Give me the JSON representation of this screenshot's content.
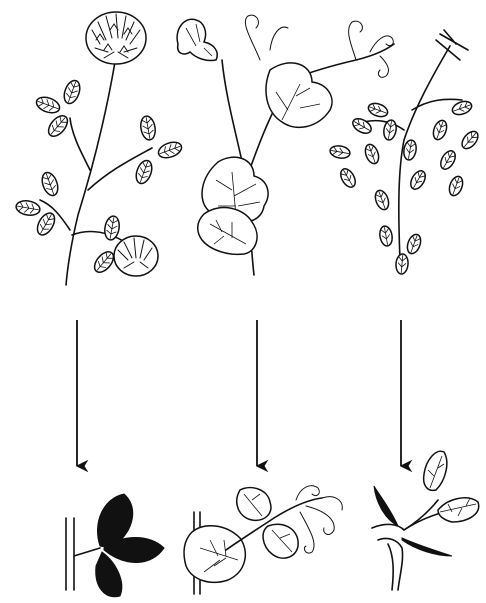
{
  "figure": {
    "plants": [
      {
        "id": "clover",
        "icon": "clover-plant-icon"
      },
      {
        "id": "pea",
        "icon": "pea-plant-icon"
      },
      {
        "id": "vetch",
        "icon": "vetch-plant-icon"
      }
    ],
    "arrows": 3,
    "details": [
      {
        "id": "clover-leaf-detail",
        "icon": "trifoliate-leaf-icon"
      },
      {
        "id": "pea-leaf-detail",
        "icon": "pea-leaf-with-tendrils-icon"
      },
      {
        "id": "vetch-leaf-detail",
        "icon": "stipule-leaf-icon"
      }
    ],
    "colors": {
      "ink": "#111111",
      "background": "#ffffff"
    }
  }
}
